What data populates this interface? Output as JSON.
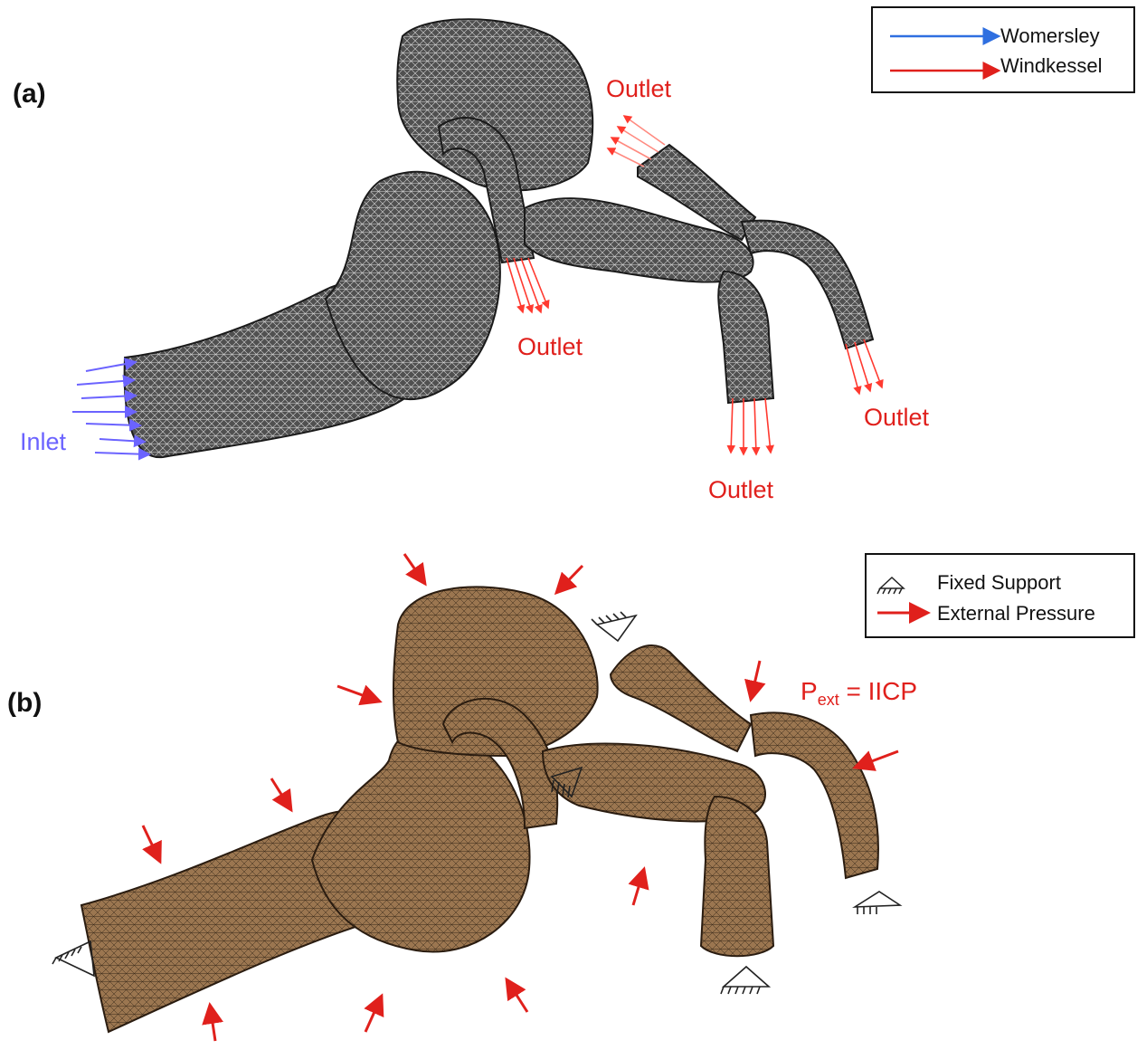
{
  "panels": {
    "a": {
      "label": "(a)",
      "legend": [
        {
          "text": "Womersley",
          "color": "#2f6fe0"
        },
        {
          "text": "Windkessel",
          "color": "#e0201c"
        }
      ],
      "inlet_label": "Inlet",
      "outlet_label": "Outlet",
      "mesh_color": "#3a3a3a",
      "inlet_color": "#6b63ff"
    },
    "b": {
      "label": "(b)",
      "legend": [
        {
          "text": "Fixed Support",
          "icon": "fixed-support-icon"
        },
        {
          "text": "External Pressure",
          "icon": "red-arrow-icon",
          "color": "#e0201c"
        }
      ],
      "pressure_label": {
        "main": "P",
        "sub": "ext",
        "rest": " = IICP"
      },
      "mesh_color": "#9a7450"
    }
  }
}
